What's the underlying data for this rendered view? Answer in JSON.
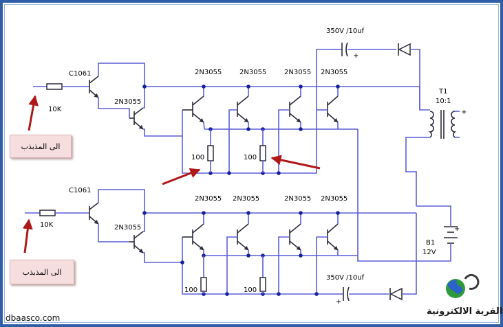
{
  "labels": {
    "c1061_top": "C1061",
    "c1061_bottom": "C1061",
    "r10k_top": "10K",
    "r10k_bottom": "10K",
    "driver_top": "2N3055",
    "driver_bottom": "2N3055",
    "top_row": [
      "2N3055",
      "2N3055",
      "2N3055",
      "2N3055"
    ],
    "bottom_row": [
      "2N3055",
      "2N3055",
      "2N3055",
      "2N3055"
    ],
    "r100": [
      "100",
      "100",
      "100",
      "100"
    ],
    "cap_top": "350V /10uf",
    "cap_bottom": "350V /10uf",
    "transformer_name": "T1",
    "transformer_ratio": "10:1",
    "battery_name": "B1",
    "battery_voltage": "12V",
    "plus": "+"
  },
  "callouts": {
    "top": "الى المذبذب",
    "bottom": "الى المذبذب"
  },
  "footer": {
    "website": "dbaasco.com",
    "logo_text": "القرية الالكترونية"
  },
  "colors": {
    "wire": "#5a5fd6",
    "arrow": "#b01818",
    "frame": "#2f5fa8",
    "callout_bg": "#f6dede"
  }
}
